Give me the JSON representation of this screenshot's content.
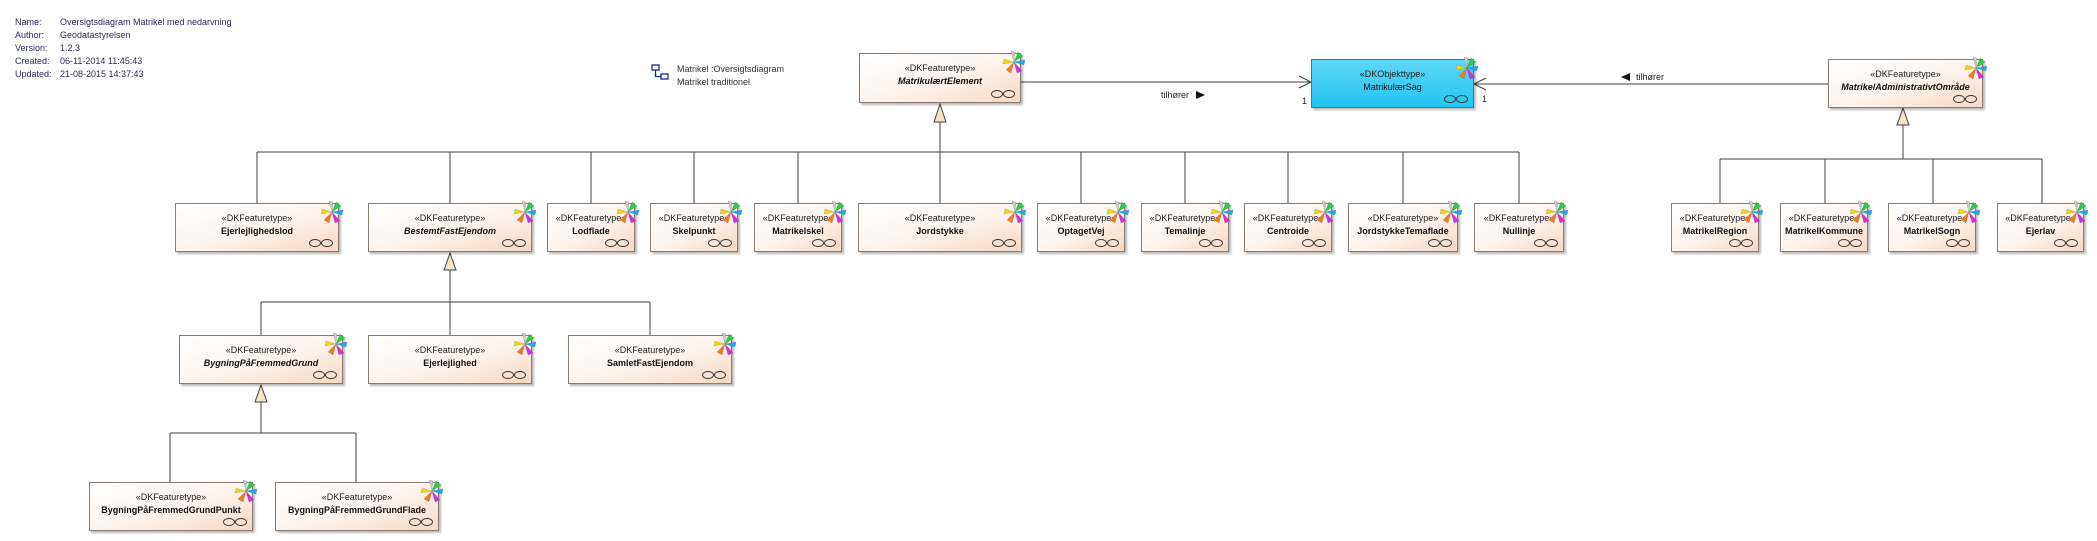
{
  "meta": [
    {
      "key": "Name:",
      "value": "Oversigtsdiagram Matrikel med nedarvning"
    },
    {
      "key": "Author:",
      "value": "Geodatastyrelsen"
    },
    {
      "key": "Version:",
      "value": "1.2.3"
    },
    {
      "key": "Created:",
      "value": "06-11-2014 11:45:43"
    },
    {
      "key": "Updated:",
      "value": "21-08-2015 14:37:43"
    }
  ],
  "diagram_ref": {
    "line1": "Matrikel :Oversigtsdiagram",
    "line2": "Matrikel traditionel"
  },
  "elements": {
    "matrikulaert_element": {
      "stereotype": "«DKFeaturetype»",
      "name": "MatrikulærtElement"
    },
    "matrikulaer_sag": {
      "stereotype": "«DKObjekttype»",
      "name": "MatrikulærSag"
    },
    "matrikel_adm_omraade": {
      "stereotype": "«DKFeaturetype»",
      "name": "MatrikelAdministrativtOmråde"
    },
    "ejerlejlighedslod": {
      "stereotype": "«DKFeaturetype»",
      "name": "Ejerlejlighedslod"
    },
    "bestemt_fast_ejendom": {
      "stereotype": "«DKFeaturetype»",
      "name": "BestemtFastEjendom"
    },
    "lodflade": {
      "stereotype": "«DKFeaturetype»",
      "name": "Lodflade"
    },
    "skelpunkt": {
      "stereotype": "«DKFeaturetype»",
      "name": "Skelpunkt"
    },
    "matrikelskel": {
      "stereotype": "«DKFeaturetype»",
      "name": "Matrikelskel"
    },
    "jordstykke": {
      "stereotype": "«DKFeaturetype»",
      "name": "Jordstykke"
    },
    "optaget_vej": {
      "stereotype": "«DKFeaturetype»",
      "name": "OptagetVej"
    },
    "temalinje": {
      "stereotype": "«DKFeaturetype»",
      "name": "Temalinje"
    },
    "centroide": {
      "stereotype": "«DKFeaturetype»",
      "name": "Centroide"
    },
    "jordstykke_temaflade": {
      "stereotype": "«DKFeaturetype»",
      "name": "JordstykkeTemaflade"
    },
    "nullinje": {
      "stereotype": "«DKFeaturetype»",
      "name": "Nullinje"
    },
    "matrikel_region": {
      "stereotype": "«DKFeaturetype»",
      "name": "MatrikelRegion"
    },
    "matrikel_kommune": {
      "stereotype": "«DKFeaturetype»",
      "name": "MatrikelKommune"
    },
    "matrikel_sogn": {
      "stereotype": "«DKFeaturetype»",
      "name": "MatrikelSogn"
    },
    "ejerlav": {
      "stereotype": "«DKFeaturetype»",
      "name": "Ejerlav"
    },
    "bygning_paa_fremmed_grund": {
      "stereotype": "«DKFeaturetype»",
      "name": "BygningPåFremmedGrund"
    },
    "ejerlejlighed": {
      "stereotype": "«DKFeaturetype»",
      "name": "Ejerlejlighed"
    },
    "samlet_fast_ejendom": {
      "stereotype": "«DKFeaturetype»",
      "name": "SamletFastEjendom"
    },
    "bygning_pfg_punkt": {
      "stereotype": "«DKFeaturetype»",
      "name": "BygningPåFremmedGrundPunkt"
    },
    "bygning_pfg_flade": {
      "stereotype": "«DKFeaturetype»",
      "name": "BygningPåFremmedGrundFlade"
    }
  },
  "associations": {
    "left_label": "tilhører",
    "right_label": "tilhører",
    "left_mult": "1",
    "right_mult": "1"
  }
}
